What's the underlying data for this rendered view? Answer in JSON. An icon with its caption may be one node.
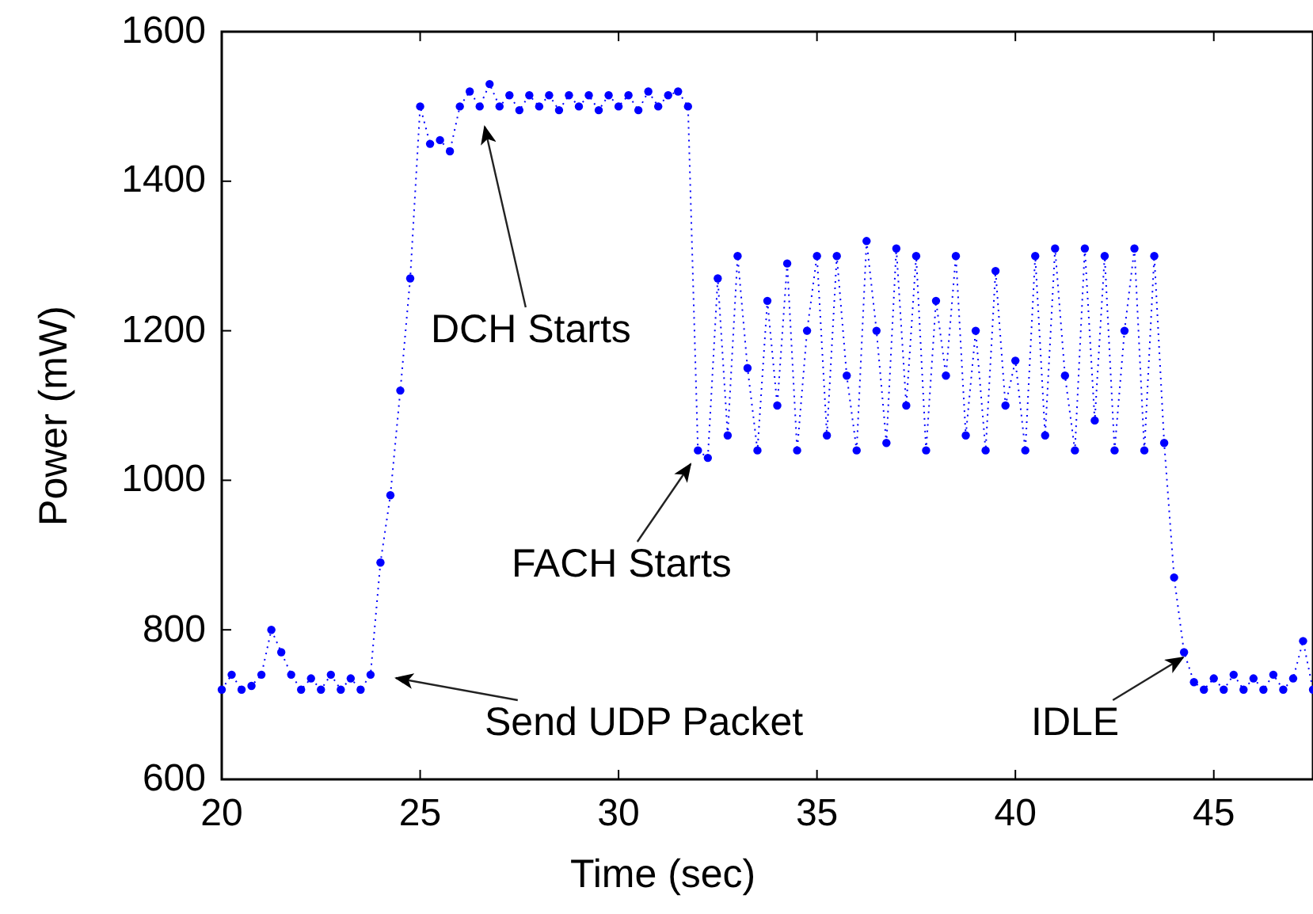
{
  "diagram": {
    "nodes": [
      {
        "text": [
          "DCH Starts"
        ]
      },
      {
        "text": [
          "FACH Starts"
        ]
      },
      {
        "text": [
          "Send UDP Packet"
        ]
      },
      {
        "text": [
          "IDLE"
        ]
      }
    ],
    "edges": [
      {
        "from": 0,
        "to": null,
        "arrow": "to"
      },
      {
        "from": 1,
        "to": null,
        "arrow": "to"
      },
      {
        "from": 2,
        "to": null,
        "arrow": "to"
      },
      {
        "from": 3,
        "to": null,
        "arrow": "to"
      }
    ],
    "chart_data": {
      "type": "line",
      "xlabel": "Time (sec)",
      "ylabel": "Power (mW)",
      "x": [
        20,
        20.25,
        20.5,
        20.75,
        21,
        21.25,
        21.5,
        21.75,
        22,
        22.25,
        22.5,
        22.75,
        23,
        23.25,
        23.5,
        23.75,
        24,
        24.25,
        24.5,
        24.75,
        25,
        25.25,
        25.5,
        25.75,
        26,
        26.25,
        26.5,
        26.75,
        27,
        27.25,
        27.5,
        27.75,
        28,
        28.25,
        28.5,
        28.75,
        29,
        29.25,
        29.5,
        29.75,
        30,
        30.25,
        30.5,
        30.75,
        31,
        31.25,
        31.5,
        31.75,
        32,
        32.25,
        32.5,
        32.75,
        33,
        33.25,
        33.5,
        33.75,
        34,
        34.25,
        34.5,
        34.75,
        35,
        35.25,
        35.5,
        35.75,
        36,
        36.25,
        36.5,
        36.75,
        37,
        37.25,
        37.5,
        37.75,
        38,
        38.25,
        38.5,
        38.75,
        39,
        39.25,
        39.5,
        39.75,
        40,
        40.25,
        40.5,
        40.75,
        41,
        41.25,
        41.5,
        41.75,
        42,
        42.25,
        42.5,
        42.75,
        43,
        43.25,
        43.5,
        43.75,
        44,
        44.25,
        44.5,
        44.75,
        45,
        45.25,
        45.5,
        45.75,
        46,
        46.25,
        46.5,
        46.75,
        47,
        47.25,
        47.5
      ],
      "series": [
        {
          "color": "#0000ff",
          "line_style": "dotted",
          "marker": "circle",
          "values": [
            720,
            740,
            720,
            725,
            740,
            800,
            770,
            740,
            720,
            735,
            720,
            740,
            720,
            735,
            720,
            740,
            890,
            980,
            1120,
            1270,
            1500,
            1450,
            1455,
            1440,
            1500,
            1520,
            1500,
            1530,
            1500,
            1515,
            1495,
            1515,
            1500,
            1515,
            1495,
            1515,
            1500,
            1515,
            1495,
            1515,
            1500,
            1515,
            1495,
            1520,
            1500,
            1515,
            1520,
            1500,
            1040,
            1030,
            1270,
            1060,
            1300,
            1150,
            1040,
            1240,
            1100,
            1290,
            1040,
            1200,
            1300,
            1060,
            1300,
            1140,
            1040,
            1320,
            1200,
            1050,
            1310,
            1100,
            1300,
            1040,
            1240,
            1140,
            1300,
            1060,
            1200,
            1040,
            1280,
            1100,
            1160,
            1040,
            1300,
            1060,
            1310,
            1140,
            1040,
            1310,
            1080,
            1300,
            1040,
            1200,
            1310,
            1040,
            1300,
            1050,
            870,
            770,
            730,
            720,
            735,
            720,
            740,
            720,
            735,
            720,
            740,
            720,
            735,
            785,
            720
          ]
        }
      ],
      "xlim": [
        20,
        47.5
      ],
      "ylim": [
        600,
        1600
      ],
      "xticks": [
        20,
        25,
        30,
        35,
        40,
        45
      ],
      "yticks": [
        600,
        800,
        1000,
        1200,
        1400,
        1600
      ]
    }
  }
}
